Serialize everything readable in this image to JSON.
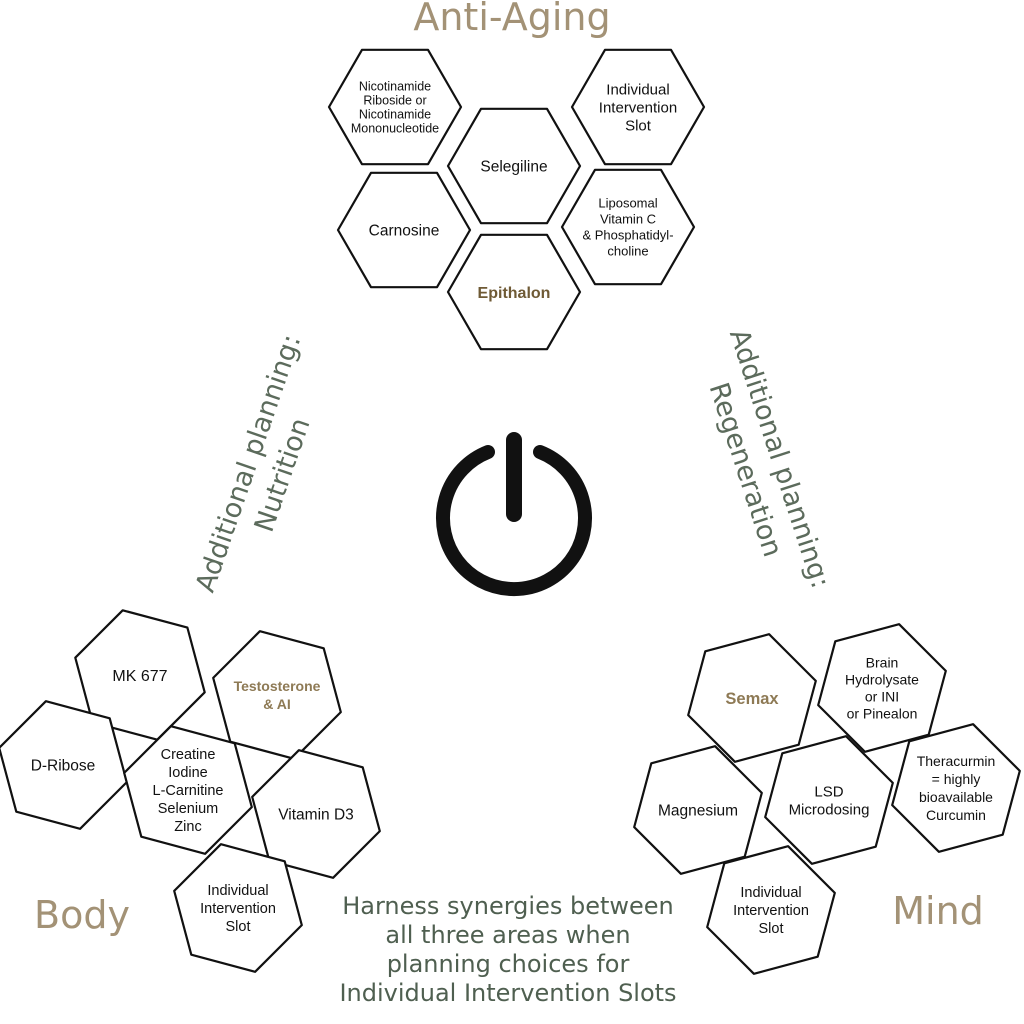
{
  "titles": {
    "anti_aging": "Anti-Aging",
    "body": "Body",
    "mind": "Mind"
  },
  "side_labels": {
    "nutrition": [
      "Additional  planning:",
      "Nutrition"
    ],
    "regeneration": [
      "Additional planning:",
      "Regeneration"
    ]
  },
  "center_note": [
    "Harness synergies between",
    "all three areas when",
    "planning choices for",
    "Individual Intervention Slots"
  ],
  "power_icon": "power-icon",
  "clusters": {
    "anti_aging": [
      {
        "lines": [
          "Nicotinamide",
          "Riboside or",
          "Nicotinamide",
          "Mononucleotide"
        ]
      },
      {
        "lines": [
          "Individual",
          "Intervention",
          "Slot"
        ]
      },
      {
        "lines": [
          "Selegiline"
        ]
      },
      {
        "lines": [
          "Carnosine"
        ]
      },
      {
        "lines": [
          "Liposomal",
          "Vitamin C",
          "& Phosphatidyl-",
          "choline"
        ]
      },
      {
        "lines": [
          "Epithalon"
        ],
        "style": "accent"
      }
    ],
    "body": [
      {
        "lines": [
          "MK 677"
        ]
      },
      {
        "lines": [
          "Testosterone",
          "& AI"
        ],
        "style": "accent-soft"
      },
      {
        "lines": [
          "D-Ribose"
        ]
      },
      {
        "lines": [
          "Creatine",
          "Iodine",
          "L-Carnitine",
          "Selenium",
          "Zinc"
        ]
      },
      {
        "lines": [
          "Vitamin D3"
        ]
      },
      {
        "lines": [
          "Individual",
          "Intervention",
          "Slot"
        ]
      }
    ],
    "mind": [
      {
        "lines": [
          "Semax"
        ],
        "style": "accent-soft"
      },
      {
        "lines": [
          "Brain",
          "Hydrolysate",
          "or INI",
          "or Pinealon"
        ]
      },
      {
        "lines": [
          "Theracurmin",
          "= highly",
          "bioavailable",
          "Curcumin"
        ]
      },
      {
        "lines": [
          "Magnesium"
        ]
      },
      {
        "lines": [
          "LSD",
          "Microdosing"
        ]
      },
      {
        "lines": [
          "Individual",
          "Intervention",
          "Slot"
        ]
      }
    ]
  },
  "colors": {
    "title": "#a39276",
    "side_label": "#5c6b5c",
    "center_note": "#4f5f50",
    "accent": "#6f5a35",
    "accent_soft": "#8e7a55"
  }
}
